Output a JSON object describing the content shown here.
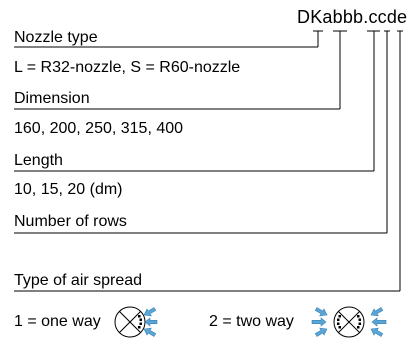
{
  "code": "DKabbb.ccde",
  "sections": [
    {
      "heading": "Nozzle type",
      "detail": "L = R32-nozzle, S = R60-nozzle"
    },
    {
      "heading": "Dimension",
      "detail": "160, 200, 250, 315, 400"
    },
    {
      "heading": "Length",
      "detail": "10, 15, 20 (dm)"
    },
    {
      "heading": "Number of rows",
      "detail": ""
    },
    {
      "heading": "Type of air spread",
      "detail": ""
    }
  ],
  "air_spread": {
    "one_way_label": "1 = one way",
    "two_way_label": "2 = two way",
    "one_way_icon": "one-way-nozzle-icon",
    "two_way_icon": "two-way-nozzle-icon",
    "arrow_color": "#5aa5d6"
  }
}
